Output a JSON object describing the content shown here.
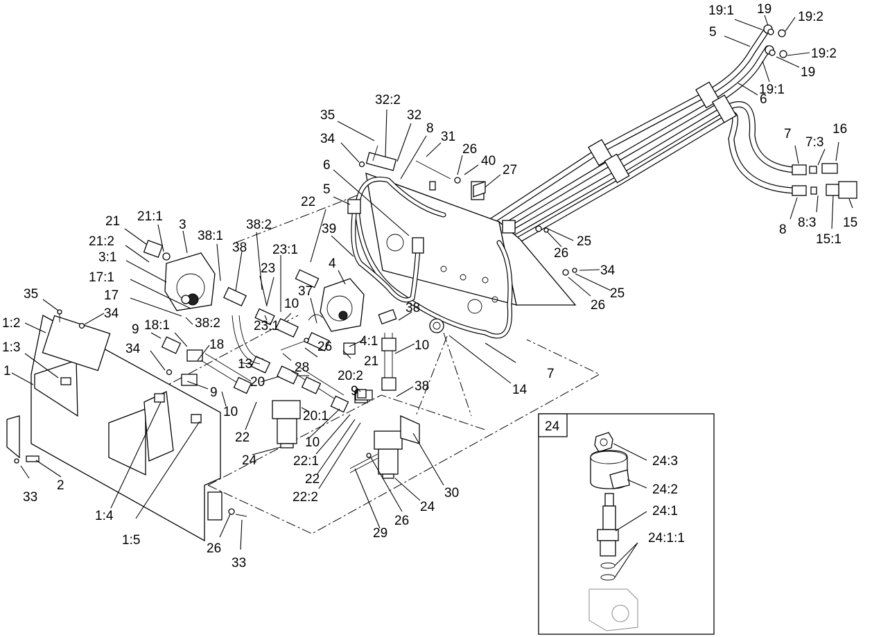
{
  "callouts": [
    {
      "id": "c-19-1-top",
      "text": "19:1"
    },
    {
      "id": "c-19-top",
      "text": "19"
    },
    {
      "id": "c-19-2-top",
      "text": "19:2"
    },
    {
      "id": "c-5-top",
      "text": "5"
    },
    {
      "id": "c-19-2-mid",
      "text": "19:2"
    },
    {
      "id": "c-19-mid",
      "text": "19"
    },
    {
      "id": "c-19-1-mid",
      "text": "19:1"
    },
    {
      "id": "c-6-right",
      "text": "6"
    },
    {
      "id": "c-32-2",
      "text": "32:2"
    },
    {
      "id": "c-32",
      "text": "32"
    },
    {
      "id": "c-8-top",
      "text": "8"
    },
    {
      "id": "c-31",
      "text": "31"
    },
    {
      "id": "c-35-top",
      "text": "35"
    },
    {
      "id": "c-34-top",
      "text": "34"
    },
    {
      "id": "c-26-top",
      "text": "26"
    },
    {
      "id": "c-40",
      "text": "40"
    },
    {
      "id": "c-27",
      "text": "27"
    },
    {
      "id": "c-6-mid",
      "text": "6"
    },
    {
      "id": "c-7-right",
      "text": "7"
    },
    {
      "id": "c-7-3",
      "text": "7:3"
    },
    {
      "id": "c-16",
      "text": "16"
    },
    {
      "id": "c-8-right",
      "text": "8"
    },
    {
      "id": "c-8-3",
      "text": "8:3"
    },
    {
      "id": "c-15-1",
      "text": "15:1"
    },
    {
      "id": "c-15",
      "text": "15"
    },
    {
      "id": "c-22-top",
      "text": "22"
    },
    {
      "id": "c-5-mid",
      "text": "5"
    },
    {
      "id": "c-21-top",
      "text": "21"
    },
    {
      "id": "c-21-1",
      "text": "21:1"
    },
    {
      "id": "c-3",
      "text": "3"
    },
    {
      "id": "c-38-1",
      "text": "38:1"
    },
    {
      "id": "c-38-2-top",
      "text": "38:2"
    },
    {
      "id": "c-39",
      "text": "39"
    },
    {
      "id": "c-26-r1",
      "text": "26"
    },
    {
      "id": "c-25-r1",
      "text": "25"
    },
    {
      "id": "c-21-2",
      "text": "21:2"
    },
    {
      "id": "c-38-a",
      "text": "38"
    },
    {
      "id": "c-23-1-top",
      "text": "23:1"
    },
    {
      "id": "c-4",
      "text": "4"
    },
    {
      "id": "c-34-r",
      "text": "34"
    },
    {
      "id": "c-3-1",
      "text": "3:1"
    },
    {
      "id": "c-23",
      "text": "23"
    },
    {
      "id": "c-25-r2",
      "text": "25"
    },
    {
      "id": "c-17-1",
      "text": "17:1"
    },
    {
      "id": "c-37",
      "text": "37"
    },
    {
      "id": "c-26-r2",
      "text": "26"
    },
    {
      "id": "c-35-left",
      "text": "35"
    },
    {
      "id": "c-17",
      "text": "17"
    },
    {
      "id": "c-10-mid",
      "text": "10"
    },
    {
      "id": "c-38-b",
      "text": "38"
    },
    {
      "id": "c-34-left",
      "text": "34"
    },
    {
      "id": "c-38-2-mid",
      "text": "38:2"
    },
    {
      "id": "c-1-2",
      "text": "1:2"
    },
    {
      "id": "c-18-1",
      "text": "18:1"
    },
    {
      "id": "c-9-left",
      "text": "9"
    },
    {
      "id": "c-23-1-mid",
      "text": "23:1"
    },
    {
      "id": "c-4-1",
      "text": "4:1"
    },
    {
      "id": "c-10-right",
      "text": "10"
    },
    {
      "id": "c-18",
      "text": "18"
    },
    {
      "id": "c-26-mid",
      "text": "26"
    },
    {
      "id": "c-21-mid",
      "text": "21"
    },
    {
      "id": "c-1-3",
      "text": "1:3"
    },
    {
      "id": "c-34-mid",
      "text": "34"
    },
    {
      "id": "c-28",
      "text": "28"
    },
    {
      "id": "c-7-mid",
      "text": "7"
    },
    {
      "id": "c-14",
      "text": "14"
    },
    {
      "id": "c-13",
      "text": "13"
    },
    {
      "id": "c-20-2",
      "text": "20:2"
    },
    {
      "id": "c-1",
      "text": "1"
    },
    {
      "id": "c-20",
      "text": "20"
    },
    {
      "id": "c-38-c",
      "text": "38"
    },
    {
      "id": "c-9-mid",
      "text": "9"
    },
    {
      "id": "c-9-right",
      "text": "9"
    },
    {
      "id": "c-10-lower",
      "text": "10"
    },
    {
      "id": "c-20-1",
      "text": "20:1"
    },
    {
      "id": "c-22-mid",
      "text": "22"
    },
    {
      "id": "c-10-low2",
      "text": "10"
    },
    {
      "id": "c-22-1",
      "text": "22:1"
    },
    {
      "id": "c-24-left",
      "text": "24"
    },
    {
      "id": "c-30",
      "text": "30"
    },
    {
      "id": "c-22-low",
      "text": "22"
    },
    {
      "id": "c-33-left",
      "text": "33"
    },
    {
      "id": "c-2",
      "text": "2"
    },
    {
      "id": "c-22-2",
      "text": "22:2"
    },
    {
      "id": "c-24-mid",
      "text": "24"
    },
    {
      "id": "c-1-4",
      "text": "1:4"
    },
    {
      "id": "c-29",
      "text": "29"
    },
    {
      "id": "c-26-low",
      "text": "26"
    },
    {
      "id": "c-1-5",
      "text": "1:5"
    },
    {
      "id": "c-26-bot",
      "text": "26"
    },
    {
      "id": "c-33-bot",
      "text": "33"
    }
  ],
  "inset": {
    "title": "24",
    "callouts": [
      {
        "id": "i-24-3",
        "text": "24:3"
      },
      {
        "id": "i-24-2",
        "text": "24:2"
      },
      {
        "id": "i-24-1",
        "text": "24:1"
      },
      {
        "id": "i-24-1-1",
        "text": "24:1:1"
      }
    ]
  }
}
